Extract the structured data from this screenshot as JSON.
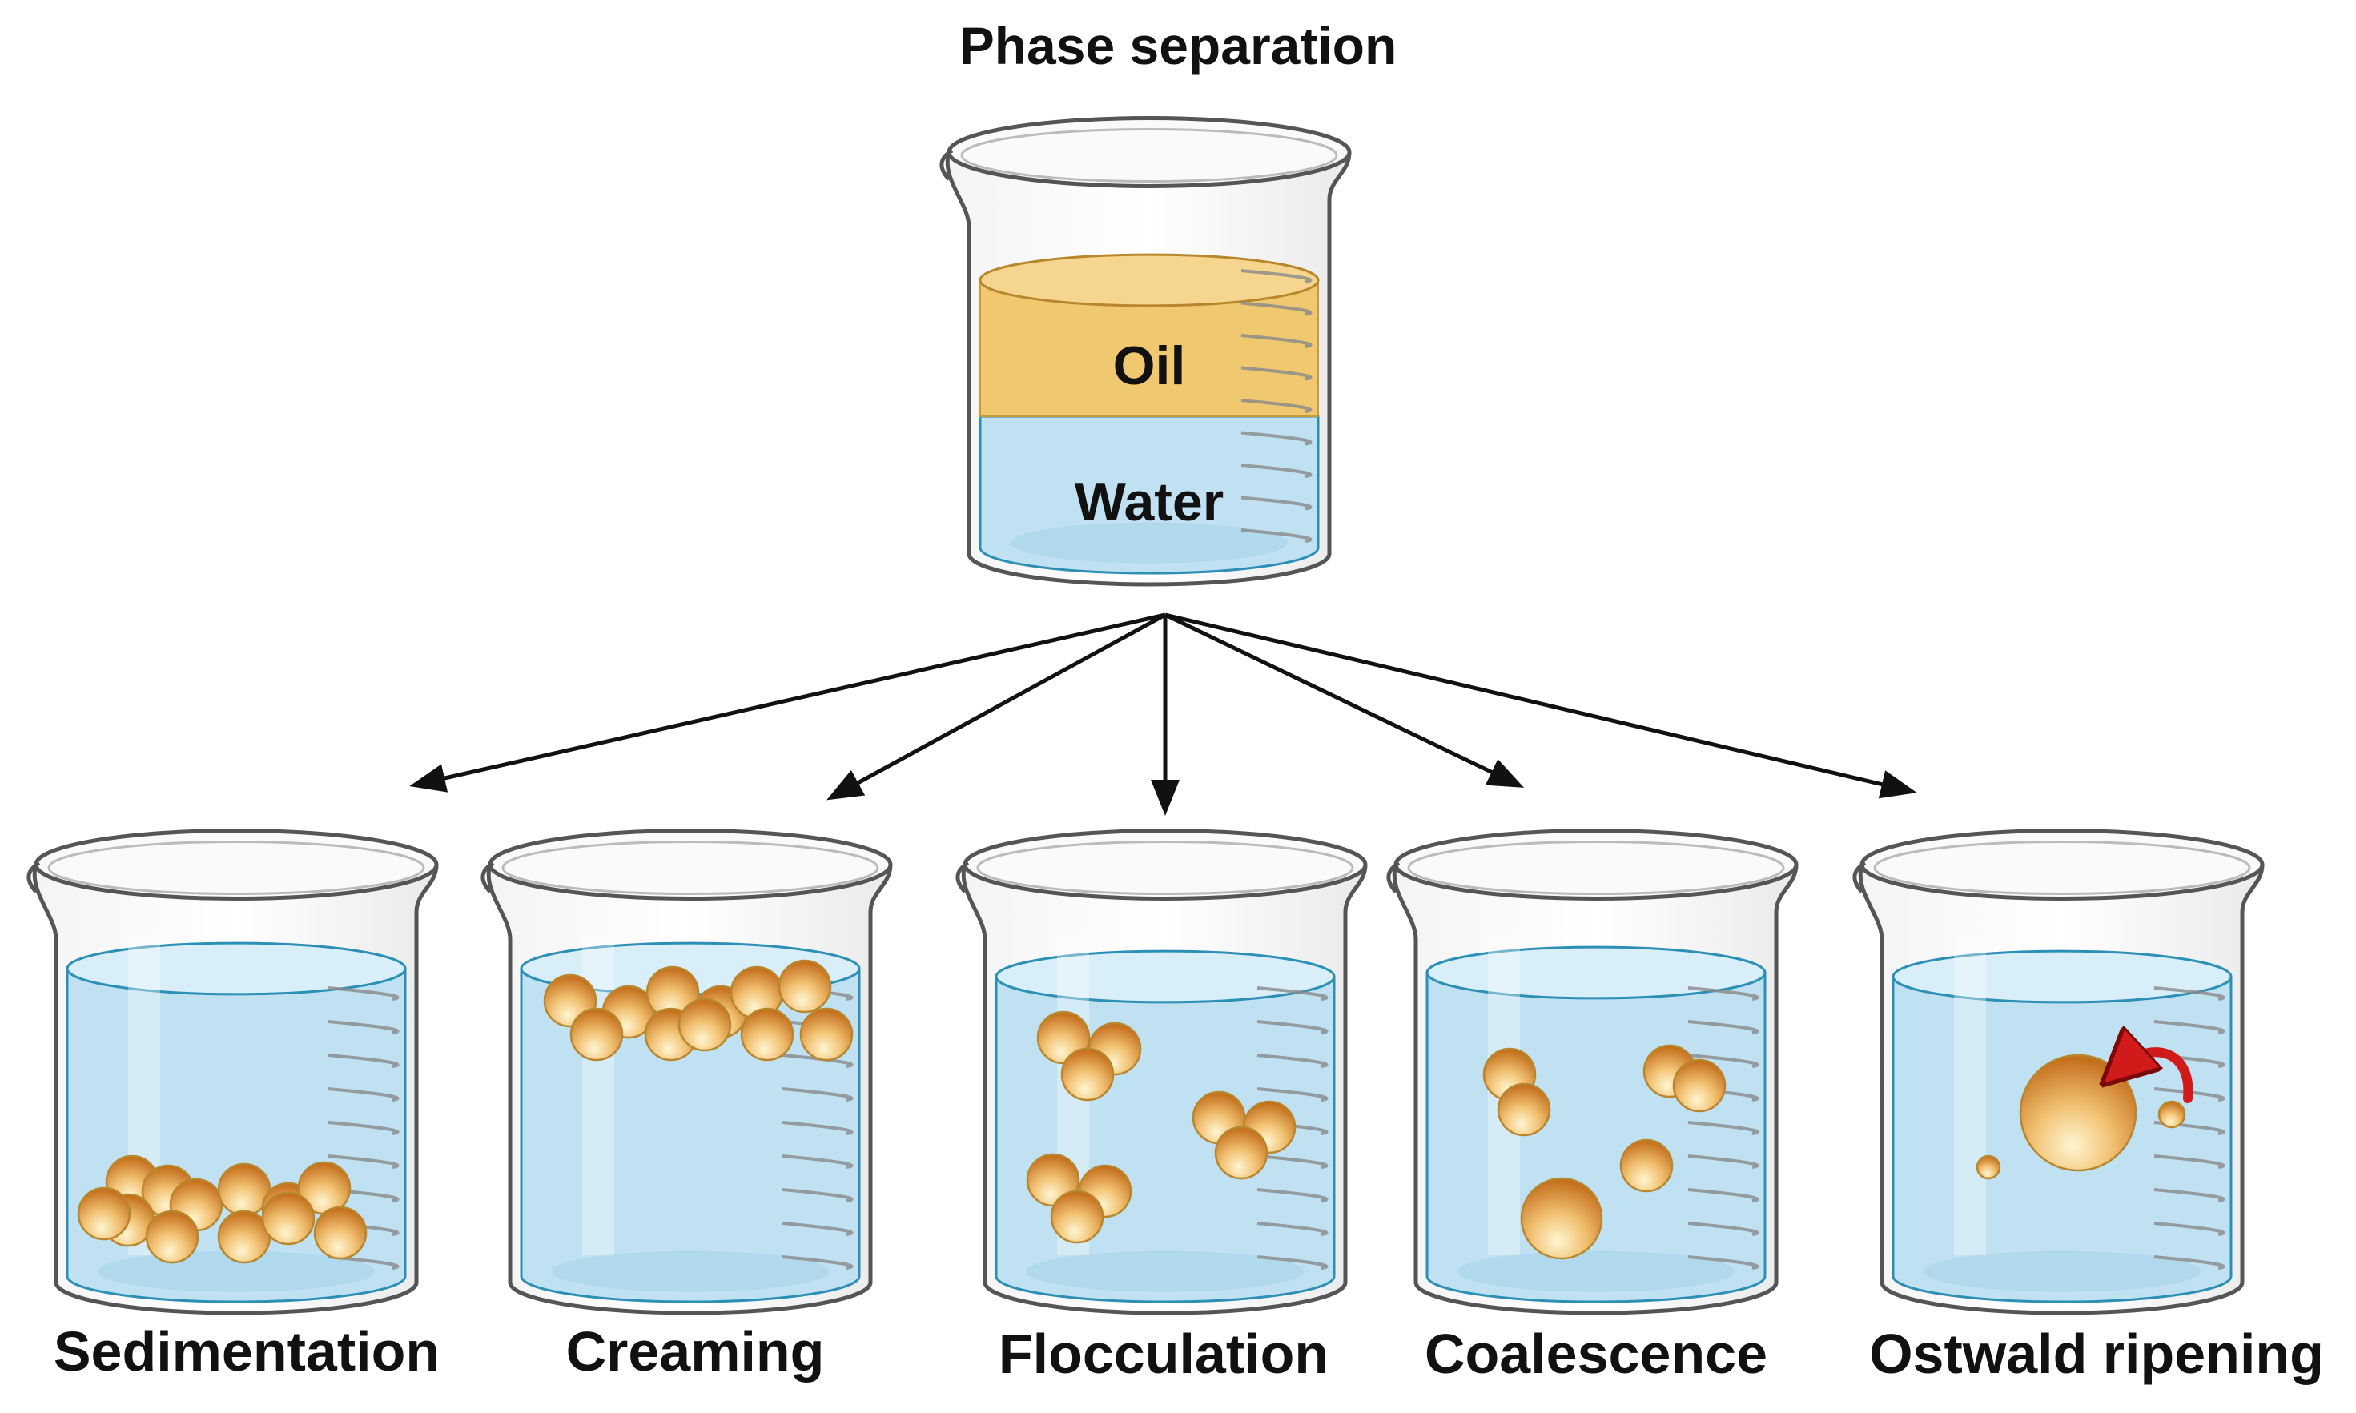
{
  "diagram": {
    "title": "Phase separation",
    "source_beaker": {
      "oil_label": "Oil",
      "water_label": "Water"
    },
    "processes": [
      {
        "id": "sedimentation",
        "label": "Sedimentation"
      },
      {
        "id": "creaming",
        "label": "Creaming"
      },
      {
        "id": "flocculation",
        "label": "Flocculation"
      },
      {
        "id": "coalescence",
        "label": "Coalescence"
      },
      {
        "id": "ostwald-ripening",
        "label": "Ostwald ripening"
      }
    ]
  },
  "colors": {
    "water": "#bfe1f2",
    "water_edge": "#2c8fb5",
    "oil": "#f0c870",
    "droplet_light": "#fff2c4",
    "droplet_dark": "#c87a22",
    "glass_outline": "#555555",
    "arrow": "#111111",
    "ripening_arrow": "#d11a1a"
  }
}
